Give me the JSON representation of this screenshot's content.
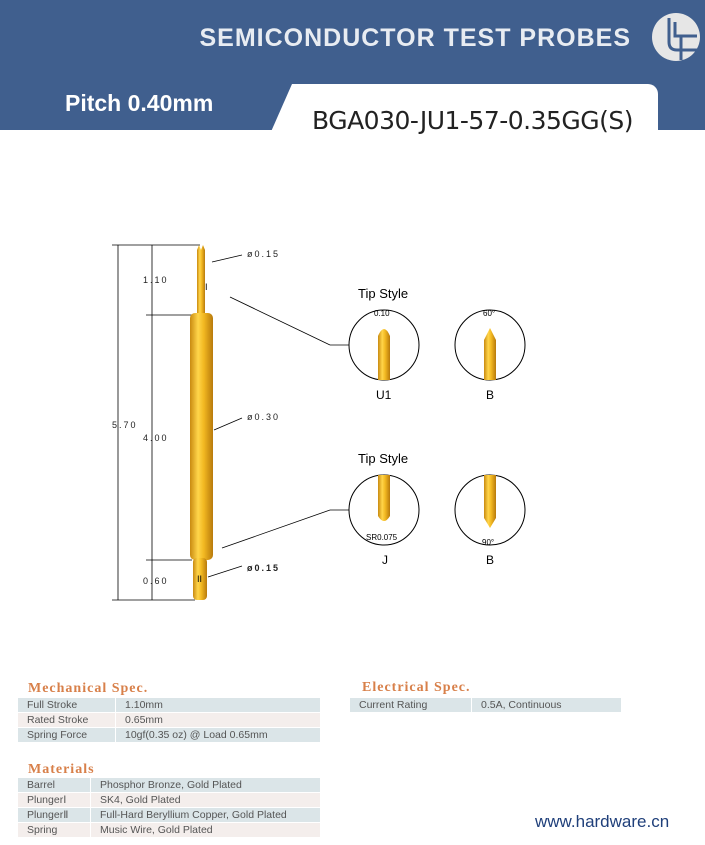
{
  "header": {
    "title": "SEMICONDUCTOR TEST PROBES",
    "pitch": "Pitch 0.40mm",
    "model": "BGA030-JU1-57-0.35GG(S)"
  },
  "drawing": {
    "d_top": "ø0.15",
    "d_mid": "ø0.30",
    "d_bot": "ø0.15",
    "len_total": "5.70",
    "len_top": "1.10",
    "len_mid": "4.00",
    "len_bot": "0.60",
    "mark_top": "I",
    "mark_bot": "II",
    "tip_top": {
      "title": "Tip Style",
      "a": "U1",
      "b": "B",
      "a_dim": "0.10",
      "b_dim": "60°"
    },
    "tip_bot": {
      "title": "Tip Style",
      "a": "J",
      "b": "B",
      "a_dim": "SR0.075",
      "b_dim": "90°"
    }
  },
  "mechanical": {
    "title": "Mechanical Spec.",
    "rows": [
      [
        "Full Stroke",
        "1.10mm"
      ],
      [
        "Rated Stroke",
        "0.65mm"
      ],
      [
        "Spring Force",
        "10gf(0.35 oz) @ Load 0.65mm"
      ]
    ]
  },
  "electrical": {
    "title": "Electrical Spec.",
    "rows": [
      [
        "Current Rating",
        "0.5A, Continuous"
      ]
    ]
  },
  "materials": {
    "title": "Materials",
    "rows": [
      [
        "Barrel",
        "Phosphor Bronze, Gold Plated"
      ],
      [
        "PlungerⅠ",
        "SK4, Gold Plated"
      ],
      [
        "PlungerⅡ",
        "Full-Hard Beryllium Copper, Gold Plated"
      ],
      [
        "Spring",
        "Music Wire, Gold Plated"
      ]
    ]
  },
  "footer": {
    "url": "www.hardware.cn"
  }
}
